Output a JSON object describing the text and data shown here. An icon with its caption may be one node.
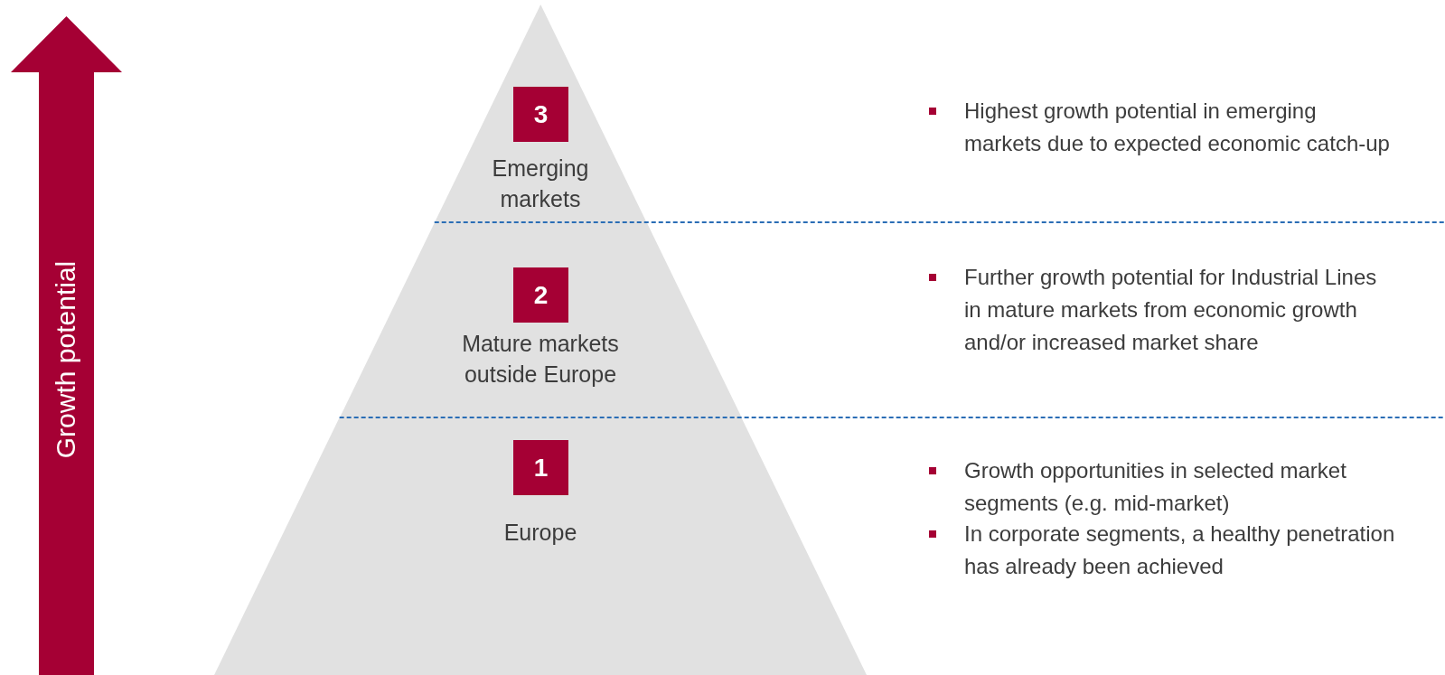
{
  "diagram": {
    "nodes": [
      {
        "text": [
          "Growth potential"
        ]
      },
      {
        "text": [
          "3",
          "Emerging markets"
        ]
      },
      {
        "text": [
          "2",
          "Mature markets outside Europe"
        ]
      },
      {
        "text": [
          "1",
          "Europe"
        ]
      }
    ],
    "labels": [
      "Highest growth potential in emerging markets due to expected economic catch-up",
      "Further growth potential for Industrial Lines in mature markets from economic growth and/or increased market share",
      "Growth opportunities in selected market segments (e.g. mid-market)",
      "In corporate segments, a healthy penetration has already been achieved"
    ]
  }
}
